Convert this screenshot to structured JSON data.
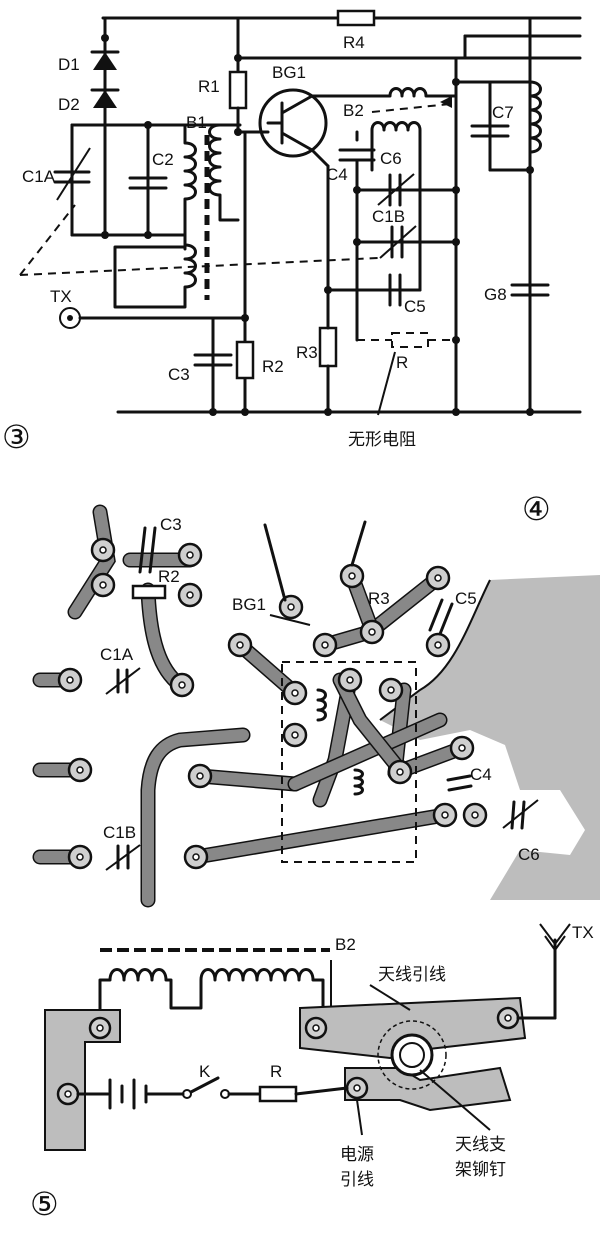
{
  "figure3": {
    "number": "③",
    "labels": {
      "d1": "D1",
      "d2": "D2",
      "r1": "R1",
      "bg1": "BG1",
      "r4": "R4",
      "b1": "B1",
      "b2": "B2",
      "c1a": "C1A",
      "c2": "C2",
      "c4": "C4",
      "c6": "C6",
      "c1b": "C1B",
      "c5": "C5",
      "c7": "C7",
      "c8": "G8",
      "tx": "TX",
      "c3": "C3",
      "r2": "R2",
      "r3": "R3",
      "r": "R"
    },
    "annotation": "无形电阻"
  },
  "figure4": {
    "number": "④",
    "labels": {
      "c3": "C3",
      "r2": "R2",
      "bg1": "BG1",
      "r3": "R3",
      "c5": "C5",
      "c1a": "C1A",
      "c4": "C4",
      "c1b": "C1B",
      "c6": "C6"
    }
  },
  "figure5": {
    "number": "⑤",
    "labels": {
      "b2": "B2",
      "tx": "TX",
      "k": "K",
      "r": "R",
      "antenna_lead": "天线引线",
      "power_lead_1": "电源",
      "power_lead_2": "引线",
      "antenna_rivet_1": "天线支",
      "antenna_rivet_2": "架铆钉"
    }
  }
}
